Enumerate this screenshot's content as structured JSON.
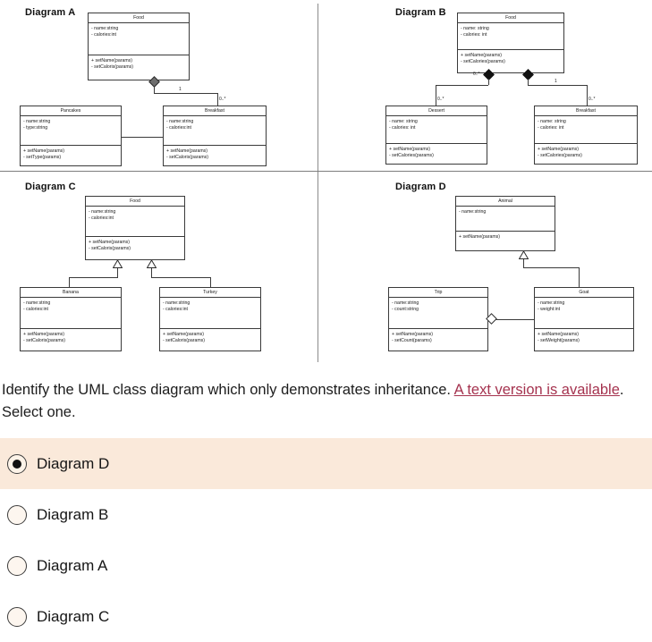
{
  "question": {
    "text_before": "Identify the UML class diagram which only demonstrates inheritance. ",
    "link_text": "A text version is available",
    "text_after": ". Select one.",
    "link_color": "#a5334f"
  },
  "options": [
    {
      "label": "Diagram D",
      "selected": true
    },
    {
      "label": "Diagram B",
      "selected": false
    },
    {
      "label": "Diagram A",
      "selected": false
    },
    {
      "label": "Diagram C",
      "selected": false
    }
  ],
  "selected_highlight_color": "#fae9da",
  "diagrams": {
    "a": {
      "title": "Diagram A",
      "classes": {
        "food": {
          "name": "Food",
          "attrs": [
            "- name:string",
            "- calories:int"
          ],
          "ops": [
            "+ setName(params)",
            "- setCaloris(params)"
          ]
        },
        "pancakes": {
          "name": "Pancakes",
          "attrs": [
            "- name:string",
            "- type:string"
          ],
          "ops": [
            "+ setName(params)",
            "- setType(params)"
          ]
        },
        "breakfast": {
          "name": "Breakfast",
          "attrs": [
            "- name:string",
            "- calories:int"
          ],
          "ops": [
            "+ setName(params)",
            "- setCaloris(params)"
          ]
        }
      },
      "multiplicities": {
        "near": "1",
        "far": "0..*"
      },
      "relations": [
        "composition-gray-diamond",
        "association"
      ]
    },
    "b": {
      "title": "Diagram B",
      "classes": {
        "food": {
          "name": "Food",
          "attrs": [
            "- name: string",
            "- calories: int"
          ],
          "ops": [
            "+ setName(params)",
            "- setCalories(params)"
          ]
        },
        "dessert": {
          "name": "Dessert",
          "attrs": [
            "- name: string",
            "- calories: int"
          ],
          "ops": [
            "+ setName(params)",
            "- setCalories(params)"
          ]
        },
        "breakfast": {
          "name": "Breakfast",
          "attrs": [
            "- name: string",
            "- calories: int"
          ],
          "ops": [
            "+ setName(params)",
            "- setCalories(params)"
          ]
        }
      },
      "multiplicities": {
        "left_near": "0..*",
        "left_far": "0..*",
        "right_near": "1",
        "right_far": "0..*"
      },
      "relations": [
        "composition-black-diamond",
        "composition-black-diamond"
      ]
    },
    "c": {
      "title": "Diagram C",
      "classes": {
        "food": {
          "name": "Food",
          "attrs": [
            "- name:string",
            "- calories:int"
          ],
          "ops": [
            "+ setName(params)",
            "- setCaloris(params)"
          ]
        },
        "banana": {
          "name": "Banana",
          "attrs": [
            "- name:string",
            "- calories:int"
          ],
          "ops": [
            "+ setName(params)",
            "- setCaloris(params)"
          ]
        },
        "turkey": {
          "name": "Turkey",
          "attrs": [
            "- name:string",
            "- calories:int"
          ],
          "ops": [
            "+ setName(params)",
            "- setCaloris(params)"
          ]
        }
      },
      "relations": [
        "inheritance",
        "inheritance"
      ]
    },
    "d": {
      "title": "Diagram D",
      "classes": {
        "animal": {
          "name": "Animal",
          "attrs": [
            "- name:string"
          ],
          "ops": [
            "+ setName(params)"
          ]
        },
        "trip": {
          "name": "Trip",
          "attrs": [
            "- name:string",
            "- count:string"
          ],
          "ops": [
            "+ setName(params)",
            "- setCount(params)"
          ]
        },
        "goat": {
          "name": "Goat",
          "attrs": [
            "- name:string",
            "- weight:int"
          ],
          "ops": [
            "+ setName(params)",
            "- setWeight(params)"
          ]
        }
      },
      "relations": [
        "inheritance",
        "aggregation-hollow-diamond"
      ]
    }
  }
}
